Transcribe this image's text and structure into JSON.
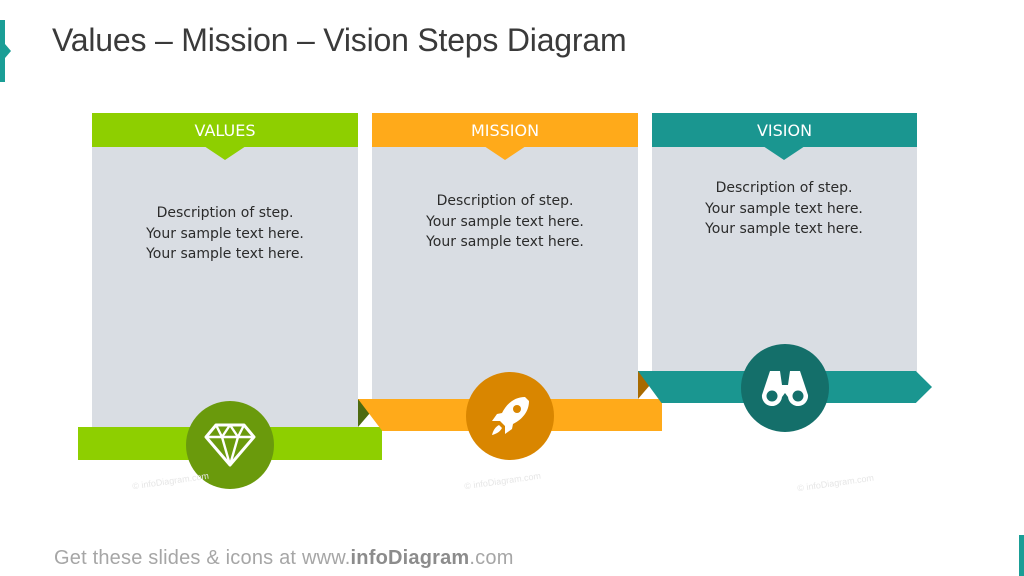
{
  "title": "Values – Mission – Vision Steps Diagram",
  "colors": {
    "green": "#8ecf00",
    "green_dark": "#6a9a0c",
    "orange": "#ffaa1a",
    "orange_dark": "#d98600",
    "teal": "#1a9690",
    "teal_dark": "#146f6a",
    "card": "#d9dde3"
  },
  "steps": [
    {
      "label": "VALUES",
      "icon": "diamond-icon",
      "desc": [
        "Description of step.",
        "Your sample text here.",
        "Your sample text here."
      ]
    },
    {
      "label": "MISSION",
      "icon": "rocket-icon",
      "desc": [
        "Description of step.",
        "Your sample text here.",
        "Your sample text here."
      ]
    },
    {
      "label": "VISION",
      "icon": "binoculars-icon",
      "desc": [
        "Description of step.",
        "Your sample text here.",
        "Your sample text here."
      ]
    }
  ],
  "watermark": "© infoDiagram.com",
  "footer": {
    "prefix": "Get these slides & icons at www.",
    "brand": "infoDiagram",
    "suffix": ".com"
  }
}
